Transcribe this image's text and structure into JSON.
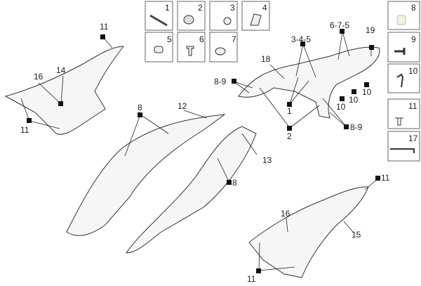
{
  "title": "Side fairings exploded parts diagram",
  "hardware_boxes": [
    {
      "label": "1",
      "icon": "long-bolt-icon"
    },
    {
      "label": "2",
      "icon": "grommet-icon"
    },
    {
      "label": "3",
      "icon": "screw-icon"
    },
    {
      "label": "4",
      "icon": "clip-nut-icon"
    },
    {
      "label": "5",
      "icon": "spacer-icon"
    },
    {
      "label": "6",
      "icon": "screw-icon"
    },
    {
      "label": "7",
      "icon": "washer-icon"
    }
  ],
  "side_boxes": [
    {
      "label": "8",
      "icon": "bushing-icon"
    },
    {
      "label": "9",
      "icon": "self-tapping-screw-icon"
    },
    {
      "label": "10",
      "icon": "screw-icon"
    },
    {
      "label": "11",
      "icon": "rivet-icon"
    },
    {
      "label": "17",
      "icon": "allen-key-icon"
    }
  ],
  "callouts": {
    "c11_top": "11",
    "c14": "14",
    "c16_left": "16",
    "c11_left": "11",
    "c18": "18",
    "c345": "3-4-5",
    "c675": "6-7-5",
    "c19": "19",
    "c89_left": "8-9",
    "c1": "1",
    "c2": "2",
    "c89_right": "8-9",
    "c10_a": "10",
    "c10_b": "10",
    "c10_c": "10",
    "c8_top": "8",
    "c12": "12",
    "c13": "13",
    "c8_mid": "8",
    "c11_right": "11",
    "c16_right": "16",
    "c15": "15",
    "c11_bottom": "11"
  }
}
